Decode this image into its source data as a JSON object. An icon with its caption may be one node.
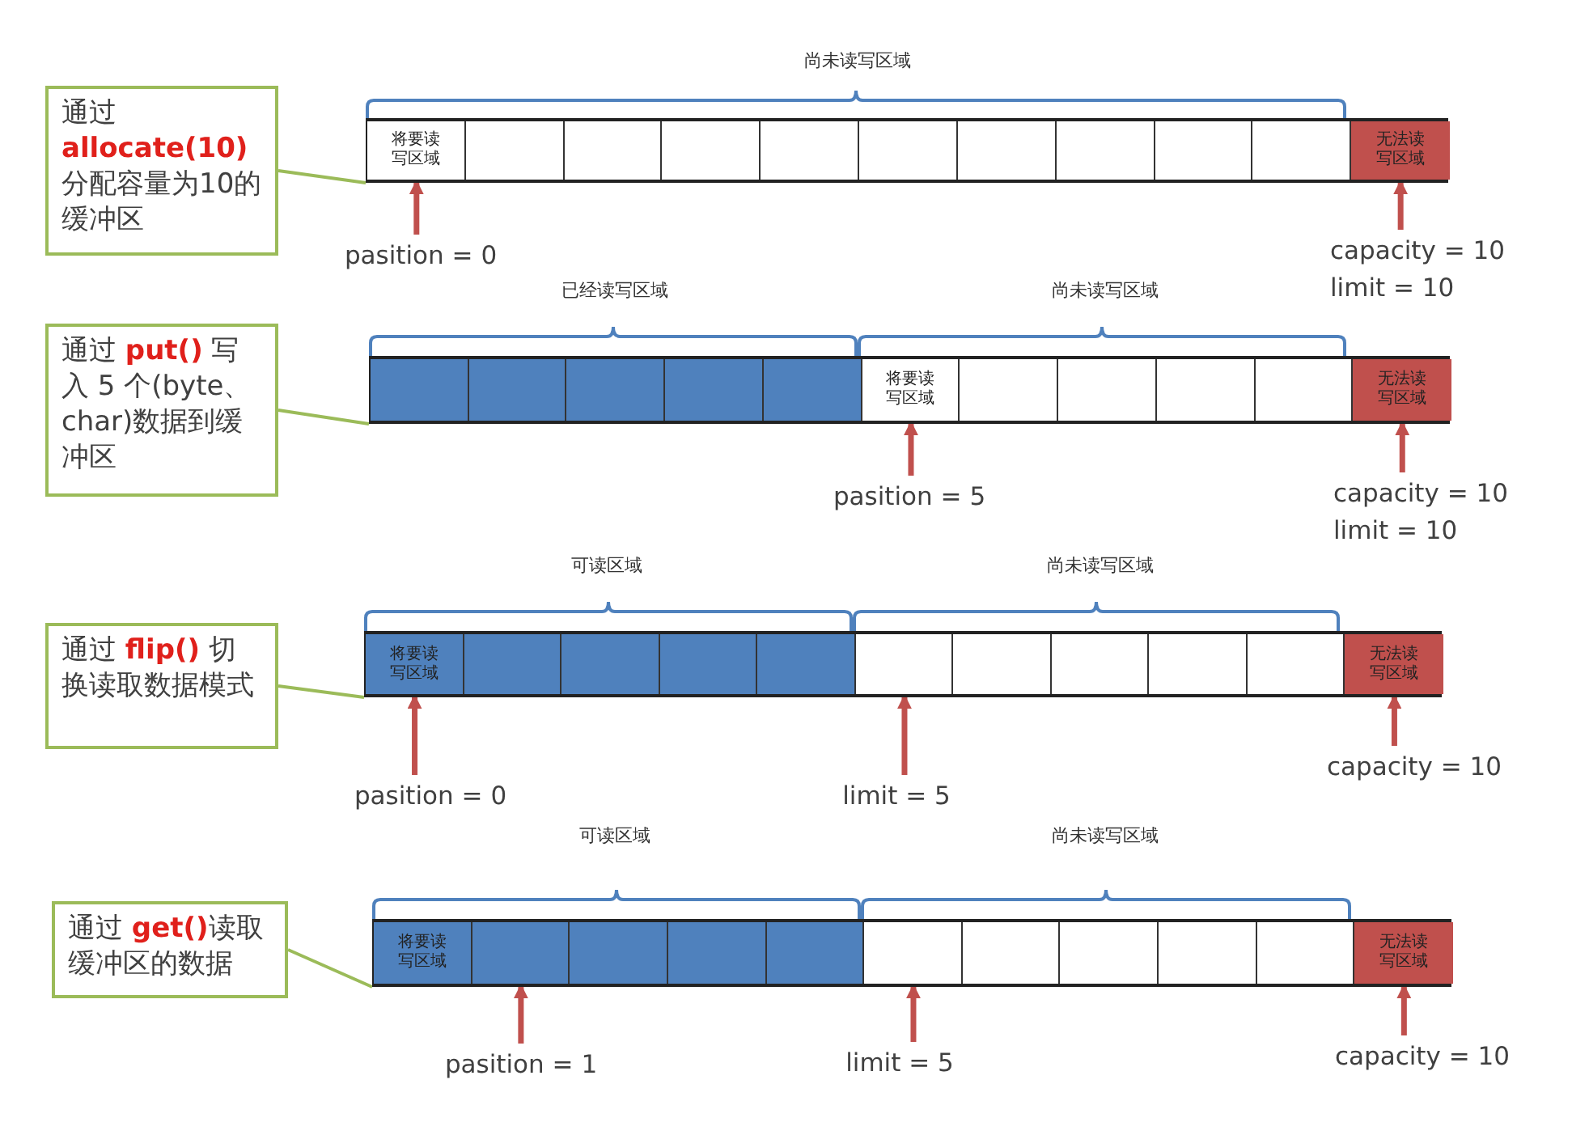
{
  "diagram": {
    "nodes": [
      {
        "text": [
          "通过**allocate(10)**分配容量为10的缓冲区"
        ]
      },
      {
        "text": [],
        "shape": "bar"
      },
      {
        "text": [
          "将要读写区域"
        ],
        "in": 1
      },
      {
        "text": [
          "无法读写区域"
        ],
        "in": 1
      },
      {
        "text": [
          "pasition = 0"
        ]
      },
      {
        "text": [
          "capacity = 10",
          "limit = 10"
        ]
      },
      {
        "text": [
          "通过 **put()** 写入 5 个(byte、char)数据到缓冲区"
        ]
      },
      {
        "text": [],
        "shape": "bar"
      },
      {
        "text": [
          "将要读写区域"
        ],
        "in": 7
      },
      {
        "text": [
          "无法读写区域"
        ],
        "in": 7
      },
      {
        "text": [
          "pasition = 5"
        ]
      },
      {
        "text": [
          "capacity = 10",
          "limit = 10"
        ]
      },
      {
        "text": [
          "通过 **flip()** 切换读取数据模式"
        ]
      },
      {
        "text": [],
        "shape": "bar"
      },
      {
        "text": [
          "将要读写区域"
        ],
        "in": 13
      },
      {
        "text": [],
        "shape": "box",
        "in": 13
      },
      {
        "text": [
          "无法读写区域"
        ],
        "in": 13
      },
      {
        "text": [
          "pasition = 0"
        ]
      },
      {
        "text": [
          "limit = 5"
        ]
      },
      {
        "text": [
          "capacity = 10"
        ]
      },
      {
        "text": [
          "通过 **get()**读取缓冲区的数据"
        ]
      },
      {
        "text": [],
        "shape": "bar"
      },
      {
        "text": [
          "将要读写区域"
        ],
        "in": 21
      },
      {
        "text": [],
        "shape": "box",
        "in": 21
      },
      {
        "text": [],
        "shape": "box",
        "in": 21
      },
      {
        "text": [
          "无法读写区域"
        ],
        "in": 21
      },
      {
        "text": [
          "pasition = 1"
        ]
      },
      {
        "text": [
          "limit = 5"
        ]
      },
      {
        "text": [
          "capacity = 10"
        ]
      }
    ],
    "edges": [
      {
        "from": 0,
        "to": 1,
        "arrow": "none",
        "color": "#9bbb59"
      },
      {
        "from": 4,
        "to": 2,
        "arrow": "to"
      },
      {
        "from": 5,
        "to": 3,
        "arrow": "to"
      },
      {
        "from": 6,
        "to": 7,
        "arrow": "none",
        "color": "#9bbb59"
      },
      {
        "from": 10,
        "to": 8,
        "arrow": "to"
      },
      {
        "from": 11,
        "to": 9,
        "arrow": "to"
      },
      {
        "from": 12,
        "to": 13,
        "arrow": "none",
        "color": "#9bbb59"
      },
      {
        "from": 17,
        "to": 14,
        "arrow": "to"
      },
      {
        "from": 18,
        "to": 15,
        "arrow": "to"
      },
      {
        "from": 19,
        "to": 16,
        "arrow": "to"
      },
      {
        "from": 20,
        "to": 21,
        "arrow": "none",
        "color": "#9bbb59"
      },
      {
        "from": 26,
        "to": 23,
        "arrow": "to"
      },
      {
        "from": 27,
        "to": 24,
        "arrow": "to"
      },
      {
        "from": 28,
        "to": 25,
        "arrow": "to"
      }
    ],
    "labels": [
      "尚未读写区域",
      "已经读写区域",
      "尚未读写区域",
      "可读区域",
      "尚未读写区域",
      "可读区域",
      "尚未读写区域"
    ]
  }
}
